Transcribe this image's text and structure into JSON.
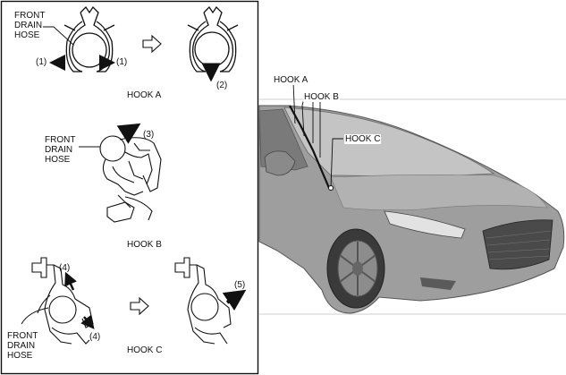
{
  "panel": {
    "hook_a": {
      "hose_label": "FRONT\nDRAIN\nHOSE",
      "caption": "HOOK A",
      "arrow_1_left": "(1)",
      "arrow_1_right": "(1)",
      "arrow_2": "(2)"
    },
    "hook_b": {
      "hose_label": "FRONT\nDRAIN\nHOSE",
      "caption": "HOOK B",
      "arrow_3": "(3)"
    },
    "hook_c": {
      "hose_label": "FRONT\nDRAIN\nHOSE",
      "caption": "HOOK C",
      "arrow_4_up": "(4)",
      "arrow_4_down": "(4)",
      "arrow_5": "(5)"
    }
  },
  "car_view": {
    "callouts": [
      "HOOK A",
      "HOOK B",
      "HOOK C"
    ]
  },
  "colors": {
    "line": "#111111",
    "car_body": "#9a9a9a",
    "car_dark": "#3a3a3a",
    "glass": "#c6c6c6"
  }
}
